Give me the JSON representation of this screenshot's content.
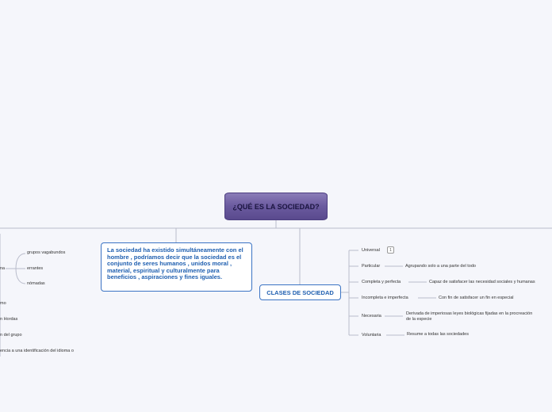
{
  "root": {
    "title": "¿QUÉ ES LA SOCIEDAD?"
  },
  "description": "La sociedad ha existido simultáneamente con el hombre , podríamos decir que la sociedad es el conjunto de seres humanos , unidos moral , material, espiritual y culturalmente para beneficios , aspiraciones y fines iguales.",
  "left_branch": {
    "partial_label": "na",
    "children": [
      "grupos vagabundos",
      "errantes",
      "nómadas"
    ],
    "others": [
      "mo",
      "n Hordas",
      "n del grupo",
      "encia a una identificación del idioma o"
    ]
  },
  "clases": {
    "title": "CLASES DE SOCIEDAD",
    "items": [
      {
        "label": "Universal",
        "badge": "1",
        "detail": ""
      },
      {
        "label": "Particular",
        "detail": "Agrupando solo a una parte del todo"
      },
      {
        "label": "Completa y perfecta",
        "detail": "Capaz de satisfacer las necesidad sociales y humanas"
      },
      {
        "label": "Incompleta e imperfecta",
        "detail": "Con fin de satisfacer un fin en especial"
      },
      {
        "label": "Necesaria",
        "detail": "Derivada de imperiosas leyes biológicas fijadas en la procreación de la especie"
      },
      {
        "label": "Voluntaria",
        "detail": "Resume a todas las sociedades"
      }
    ]
  }
}
